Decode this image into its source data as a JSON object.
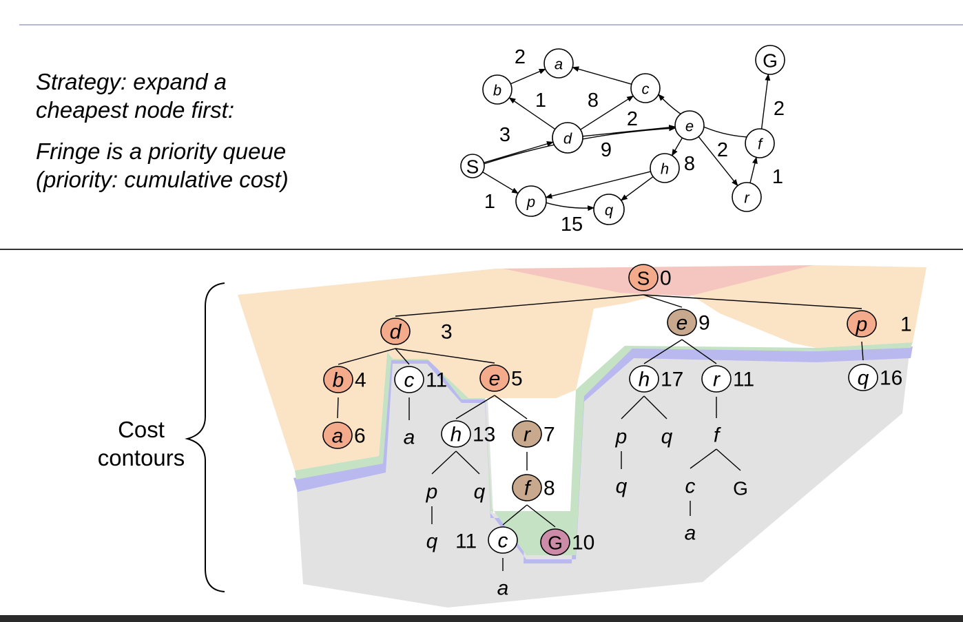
{
  "text": {
    "strategy_line1": "Strategy: expand a",
    "strategy_line2": "cheapest node first:",
    "fringe_line1": "Fringe is a priority queue",
    "fringe_line2": "(priority: cumulative cost)",
    "contours_line1": "Cost",
    "contours_line2": "contours"
  },
  "colors": {
    "contour_red": "#f5c6c0",
    "contour_orange": "#fbe3c6",
    "contour_green": "#c6e2c4",
    "contour_blue": "#b9b9f0",
    "contour_gray": "#e2e2e2",
    "node_expanded_red": "#f4ab8c",
    "node_expanded_brown": "#c9a98d",
    "node_goal": "#cc8ca8"
  },
  "graph": {
    "nodes": [
      {
        "id": "S",
        "label": "S"
      },
      {
        "id": "a",
        "label": "a"
      },
      {
        "id": "b",
        "label": "b"
      },
      {
        "id": "c",
        "label": "c"
      },
      {
        "id": "d",
        "label": "d"
      },
      {
        "id": "e",
        "label": "e"
      },
      {
        "id": "f",
        "label": "f"
      },
      {
        "id": "G",
        "label": "G"
      },
      {
        "id": "h",
        "label": "h"
      },
      {
        "id": "p",
        "label": "p"
      },
      {
        "id": "q",
        "label": "q"
      },
      {
        "id": "r",
        "label": "r"
      }
    ],
    "edges": [
      {
        "from": "b",
        "to": "a",
        "cost": "2"
      },
      {
        "from": "d",
        "to": "b",
        "cost": "1"
      },
      {
        "from": "c",
        "to": "a",
        "cost": ""
      },
      {
        "from": "d",
        "to": "c",
        "cost": "8"
      },
      {
        "from": "d",
        "to": "e",
        "cost": "2"
      },
      {
        "from": "S",
        "to": "d",
        "cost": "3"
      },
      {
        "from": "S",
        "to": "e",
        "cost": "9"
      },
      {
        "from": "e",
        "to": "h",
        "cost": "8"
      },
      {
        "from": "S",
        "to": "p",
        "cost": "1"
      },
      {
        "from": "p",
        "to": "q",
        "cost": "15"
      },
      {
        "from": "h",
        "to": "p",
        "cost": ""
      },
      {
        "from": "h",
        "to": "q",
        "cost": ""
      },
      {
        "from": "e",
        "to": "r",
        "cost": "2"
      },
      {
        "from": "r",
        "to": "f",
        "cost": "1"
      },
      {
        "from": "f",
        "to": "G",
        "cost": "2"
      },
      {
        "from": "f",
        "to": "c",
        "cost": ""
      }
    ]
  },
  "tree": {
    "nodes": [
      {
        "id": "t_S",
        "label": "S",
        "cost": "0",
        "style": "red"
      },
      {
        "id": "t_d",
        "label": "d",
        "cost": "3",
        "style": "red"
      },
      {
        "id": "t_e9",
        "label": "e",
        "cost": "9",
        "style": "brown"
      },
      {
        "id": "t_p1",
        "label": "p",
        "cost": "1",
        "style": "red"
      },
      {
        "id": "t_b",
        "label": "b",
        "cost": "4",
        "style": "red"
      },
      {
        "id": "t_c11",
        "label": "c",
        "cost": "11",
        "style": "plain"
      },
      {
        "id": "t_e5",
        "label": "e",
        "cost": "5",
        "style": "red"
      },
      {
        "id": "t_a6",
        "label": "a",
        "cost": "6",
        "style": "red"
      },
      {
        "id": "t_a_c",
        "label": "a",
        "cost": "",
        "style": "text"
      },
      {
        "id": "t_h13",
        "label": "h",
        "cost": "13",
        "style": "plain"
      },
      {
        "id": "t_r7",
        "label": "r",
        "cost": "7",
        "style": "brown"
      },
      {
        "id": "t_p_h13",
        "label": "p",
        "cost": "",
        "style": "text"
      },
      {
        "id": "t_q_h13",
        "label": "q",
        "cost": "",
        "style": "text"
      },
      {
        "id": "t_q11",
        "label": "q",
        "cost": "11",
        "style": "text"
      },
      {
        "id": "t_f8",
        "label": "f",
        "cost": "8",
        "style": "brown"
      },
      {
        "id": "t_c_f8",
        "label": "c",
        "cost": "",
        "style": "plain"
      },
      {
        "id": "t_G10",
        "label": "G",
        "cost": "10",
        "style": "goal"
      },
      {
        "id": "t_a_cf8",
        "label": "a",
        "cost": "",
        "style": "text"
      },
      {
        "id": "t_h17",
        "label": "h",
        "cost": "17",
        "style": "plain"
      },
      {
        "id": "t_r11",
        "label": "r",
        "cost": "11",
        "style": "plain"
      },
      {
        "id": "t_p_h17",
        "label": "p",
        "cost": "",
        "style": "text"
      },
      {
        "id": "t_q_h17",
        "label": "q",
        "cost": "",
        "style": "text"
      },
      {
        "id": "t_q_p_h17",
        "label": "q",
        "cost": "",
        "style": "text"
      },
      {
        "id": "t_f_r11",
        "label": "f",
        "cost": "",
        "style": "text"
      },
      {
        "id": "t_c_f_r11",
        "label": "c",
        "cost": "",
        "style": "text"
      },
      {
        "id": "t_G_f_r11",
        "label": "G",
        "cost": "",
        "style": "text"
      },
      {
        "id": "t_a_c_f_r11",
        "label": "a",
        "cost": "",
        "style": "text"
      },
      {
        "id": "t_q16",
        "label": "q",
        "cost": "16",
        "style": "plain"
      }
    ],
    "edges": [
      [
        "t_S",
        "t_d"
      ],
      [
        "t_S",
        "t_e9"
      ],
      [
        "t_S",
        "t_p1"
      ],
      [
        "t_d",
        "t_b"
      ],
      [
        "t_d",
        "t_c11"
      ],
      [
        "t_d",
        "t_e5"
      ],
      [
        "t_b",
        "t_a6"
      ],
      [
        "t_c11",
        "t_a_c"
      ],
      [
        "t_e5",
        "t_h13"
      ],
      [
        "t_e5",
        "t_r7"
      ],
      [
        "t_h13",
        "t_p_h13"
      ],
      [
        "t_h13",
        "t_q_h13"
      ],
      [
        "t_p_h13",
        "t_q11"
      ],
      [
        "t_r7",
        "t_f8"
      ],
      [
        "t_f8",
        "t_c_f8"
      ],
      [
        "t_f8",
        "t_G10"
      ],
      [
        "t_c_f8",
        "t_a_cf8"
      ],
      [
        "t_e9",
        "t_h17"
      ],
      [
        "t_e9",
        "t_r11"
      ],
      [
        "t_h17",
        "t_p_h17"
      ],
      [
        "t_h17",
        "t_q_h17"
      ],
      [
        "t_p_h17",
        "t_q_p_h17"
      ],
      [
        "t_r11",
        "t_f_r11"
      ],
      [
        "t_f_r11",
        "t_c_f_r11"
      ],
      [
        "t_f_r11",
        "t_G_f_r11"
      ],
      [
        "t_c_f_r11",
        "t_a_c_f_r11"
      ],
      [
        "t_p1",
        "t_q16"
      ]
    ]
  }
}
